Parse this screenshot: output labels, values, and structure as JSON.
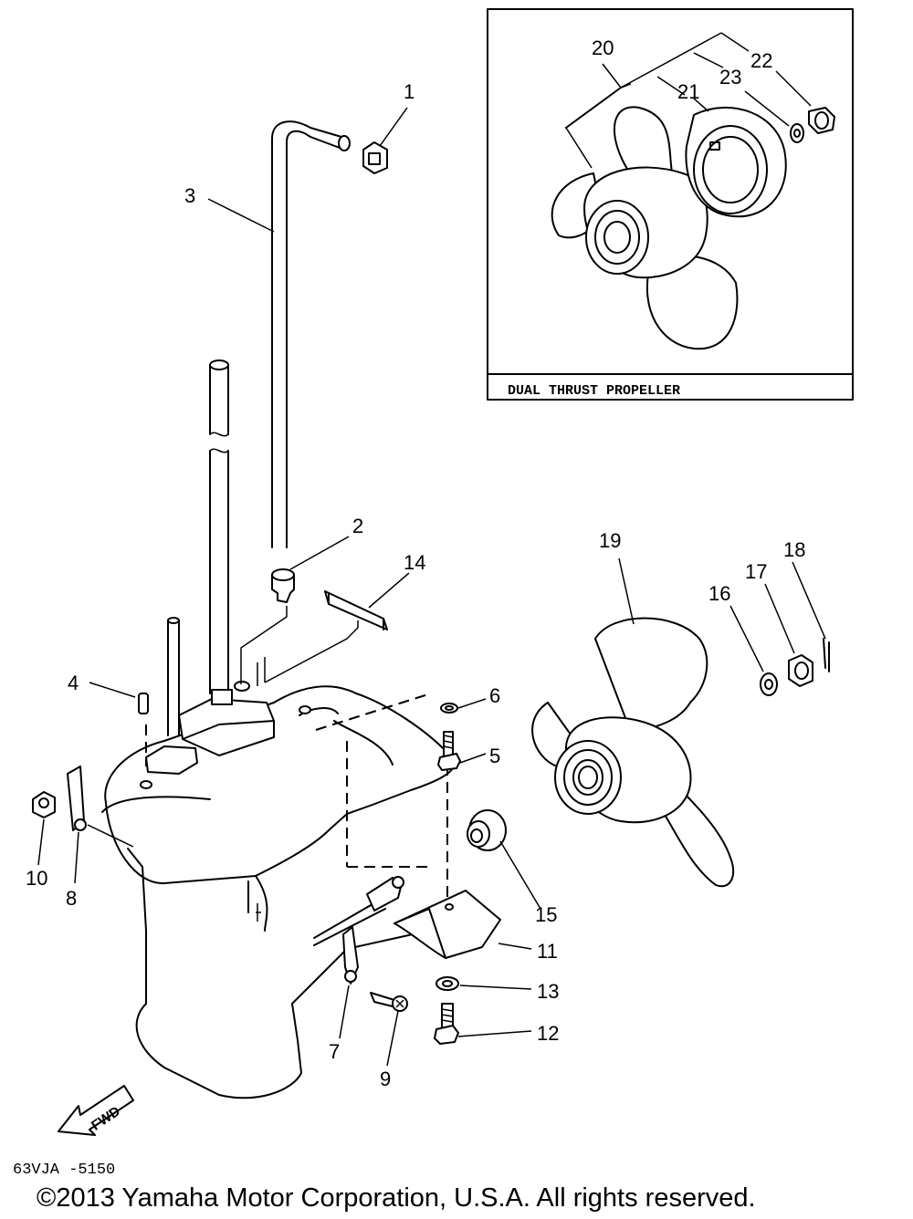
{
  "inset": {
    "caption": "DUAL THRUST PROPELLER",
    "callouts": [
      {
        "id": "p20",
        "number": "20"
      },
      {
        "id": "p21",
        "number": "21"
      },
      {
        "id": "p22",
        "number": "22"
      },
      {
        "id": "p23",
        "number": "23"
      }
    ]
  },
  "callouts": [
    {
      "id": "p1",
      "number": "1"
    },
    {
      "id": "p2",
      "number": "2"
    },
    {
      "id": "p3",
      "number": "3"
    },
    {
      "id": "p4",
      "number": "4"
    },
    {
      "id": "p5",
      "number": "5"
    },
    {
      "id": "p6",
      "number": "6"
    },
    {
      "id": "p7",
      "number": "7"
    },
    {
      "id": "p8",
      "number": "8"
    },
    {
      "id": "p9",
      "number": "9"
    },
    {
      "id": "p10",
      "number": "10"
    },
    {
      "id": "p11",
      "number": "11"
    },
    {
      "id": "p12",
      "number": "12"
    },
    {
      "id": "p13",
      "number": "13"
    },
    {
      "id": "p14",
      "number": "14"
    },
    {
      "id": "p15",
      "number": "15"
    },
    {
      "id": "p16",
      "number": "16"
    },
    {
      "id": "p17",
      "number": "17"
    },
    {
      "id": "p18",
      "number": "18"
    },
    {
      "id": "p19",
      "number": "19"
    }
  ],
  "fwd_label": "FWD",
  "drawing_code": "63VJA -5150",
  "copyright": "©2013 Yamaha Motor Corporation, U.S.A. All rights reserved."
}
